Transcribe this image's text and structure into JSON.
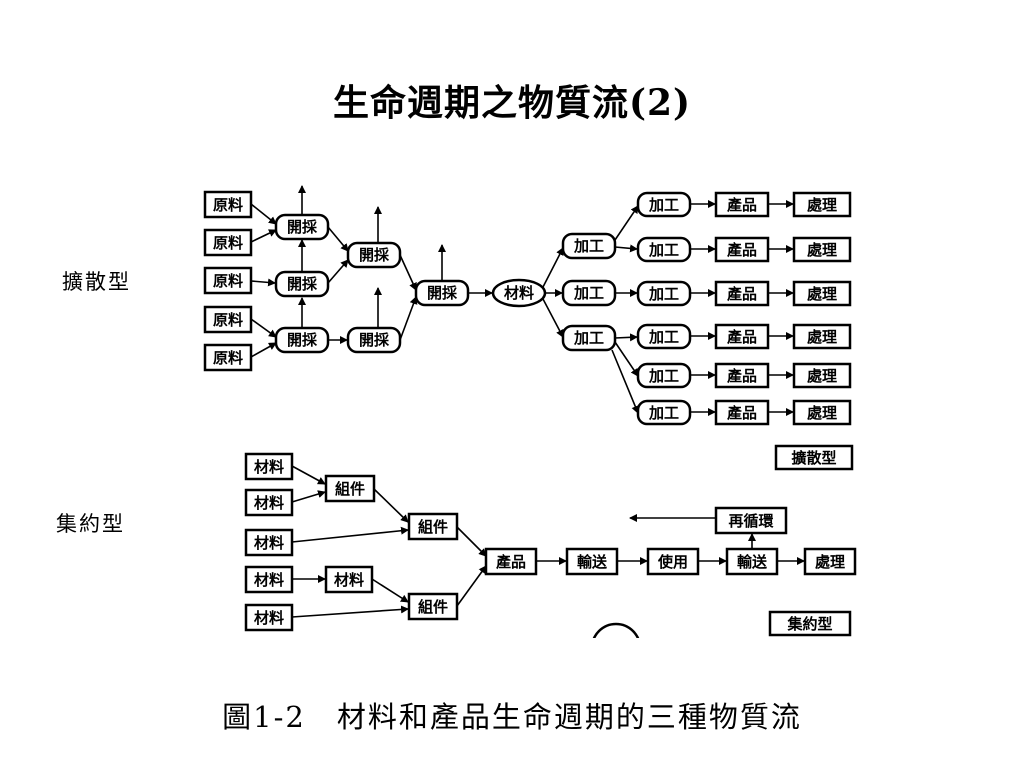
{
  "title": "生命週期之物質流(2)",
  "labels": {
    "divergent": "擴散型",
    "convergent": "集約型"
  },
  "caption": "圖1-2　材料和產品生命週期的三種物質流",
  "divergent": {
    "raw": "原料",
    "mining": "開採",
    "material": "材料",
    "process": "加工",
    "product": "產品",
    "disposal": "處理",
    "type_label": "擴散型"
  },
  "convergent": {
    "material": "材料",
    "component": "組件",
    "product": "產品",
    "transport": "輸送",
    "use": "使用",
    "recycle": "再循環",
    "disposal": "處理",
    "type_label": "集約型"
  }
}
